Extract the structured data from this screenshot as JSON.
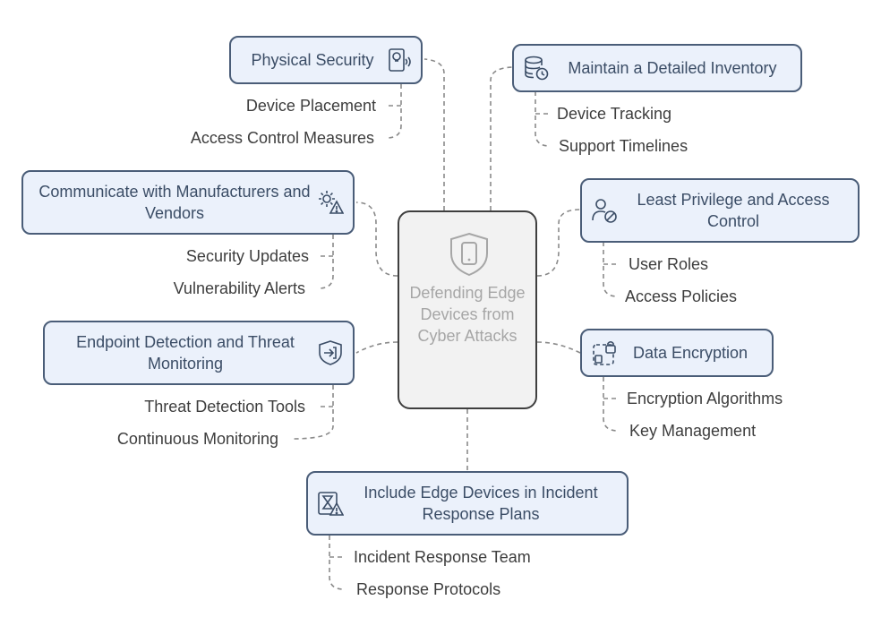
{
  "center": {
    "title": "Defending Edge Devices from Cyber Attacks",
    "icon": "shield-phone-icon"
  },
  "branches": {
    "physical": {
      "title": "Physical Security",
      "icon": "skull-device-icon",
      "items": [
        "Device Placement",
        "Access Control Measures"
      ]
    },
    "communicate": {
      "title": "Communicate with Manufacturers and Vendors",
      "icon": "gear-warning-icon",
      "items": [
        "Security Updates",
        "Vulnerability Alerts"
      ]
    },
    "endpoint": {
      "title": "Endpoint Detection and Threat Monitoring",
      "icon": "shield-enter-icon",
      "items": [
        "Threat Detection Tools",
        "Continuous Monitoring"
      ]
    },
    "inventory": {
      "title": "Maintain a Detailed Inventory",
      "icon": "database-clock-icon",
      "items": [
        "Device Tracking",
        "Support Timelines"
      ]
    },
    "privilege": {
      "title": "Least Privilege and Access Control",
      "icon": "user-blocked-icon",
      "items": [
        "User Roles",
        "Access Policies"
      ]
    },
    "encryption": {
      "title": "Data Encryption",
      "icon": "dashed-lock-icon",
      "items": [
        "Encryption Algorithms",
        "Key Management"
      ]
    },
    "incident": {
      "title": "Include Edge Devices in Incident Response Plans",
      "icon": "hourglass-warning-icon",
      "items": [
        "Incident Response Team",
        "Response Protocols"
      ]
    }
  },
  "colors": {
    "node_fill": "#ebf1fb",
    "node_border": "#4a5d78",
    "node_text": "#3b4d66",
    "leaf_text": "#3d3d3d",
    "center_fill": "#f2f2f2",
    "center_text": "#a6a6a6",
    "connector": "#8a8a8a"
  }
}
